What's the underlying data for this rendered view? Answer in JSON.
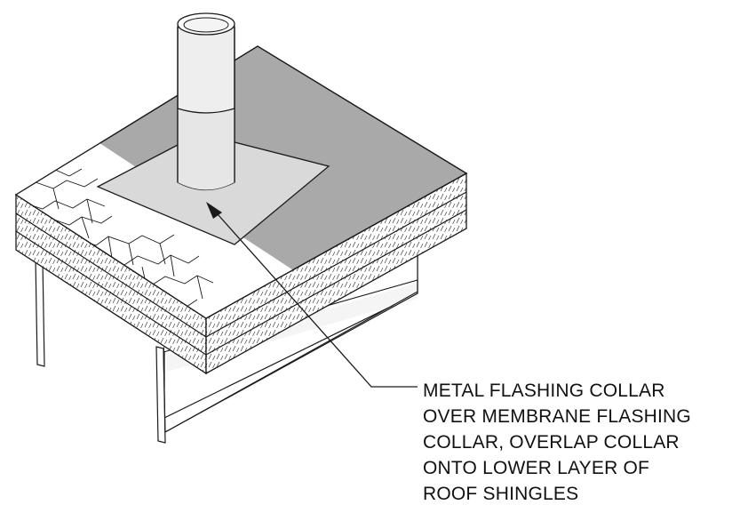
{
  "annotation": {
    "lines": [
      "METAL FLASHING COLLAR",
      "OVER MEMBRANE FLASHING",
      "COLLAR, OVERLAP COLLAR",
      "ONTO LOWER LAYER OF",
      "ROOF SHINGLES"
    ]
  },
  "colors": {
    "line": "#1a1a1a",
    "membrane": "#a9a9a9",
    "collar": "#d9d9d9",
    "pipe": "#eeeeee",
    "wall": "#ffffff"
  }
}
